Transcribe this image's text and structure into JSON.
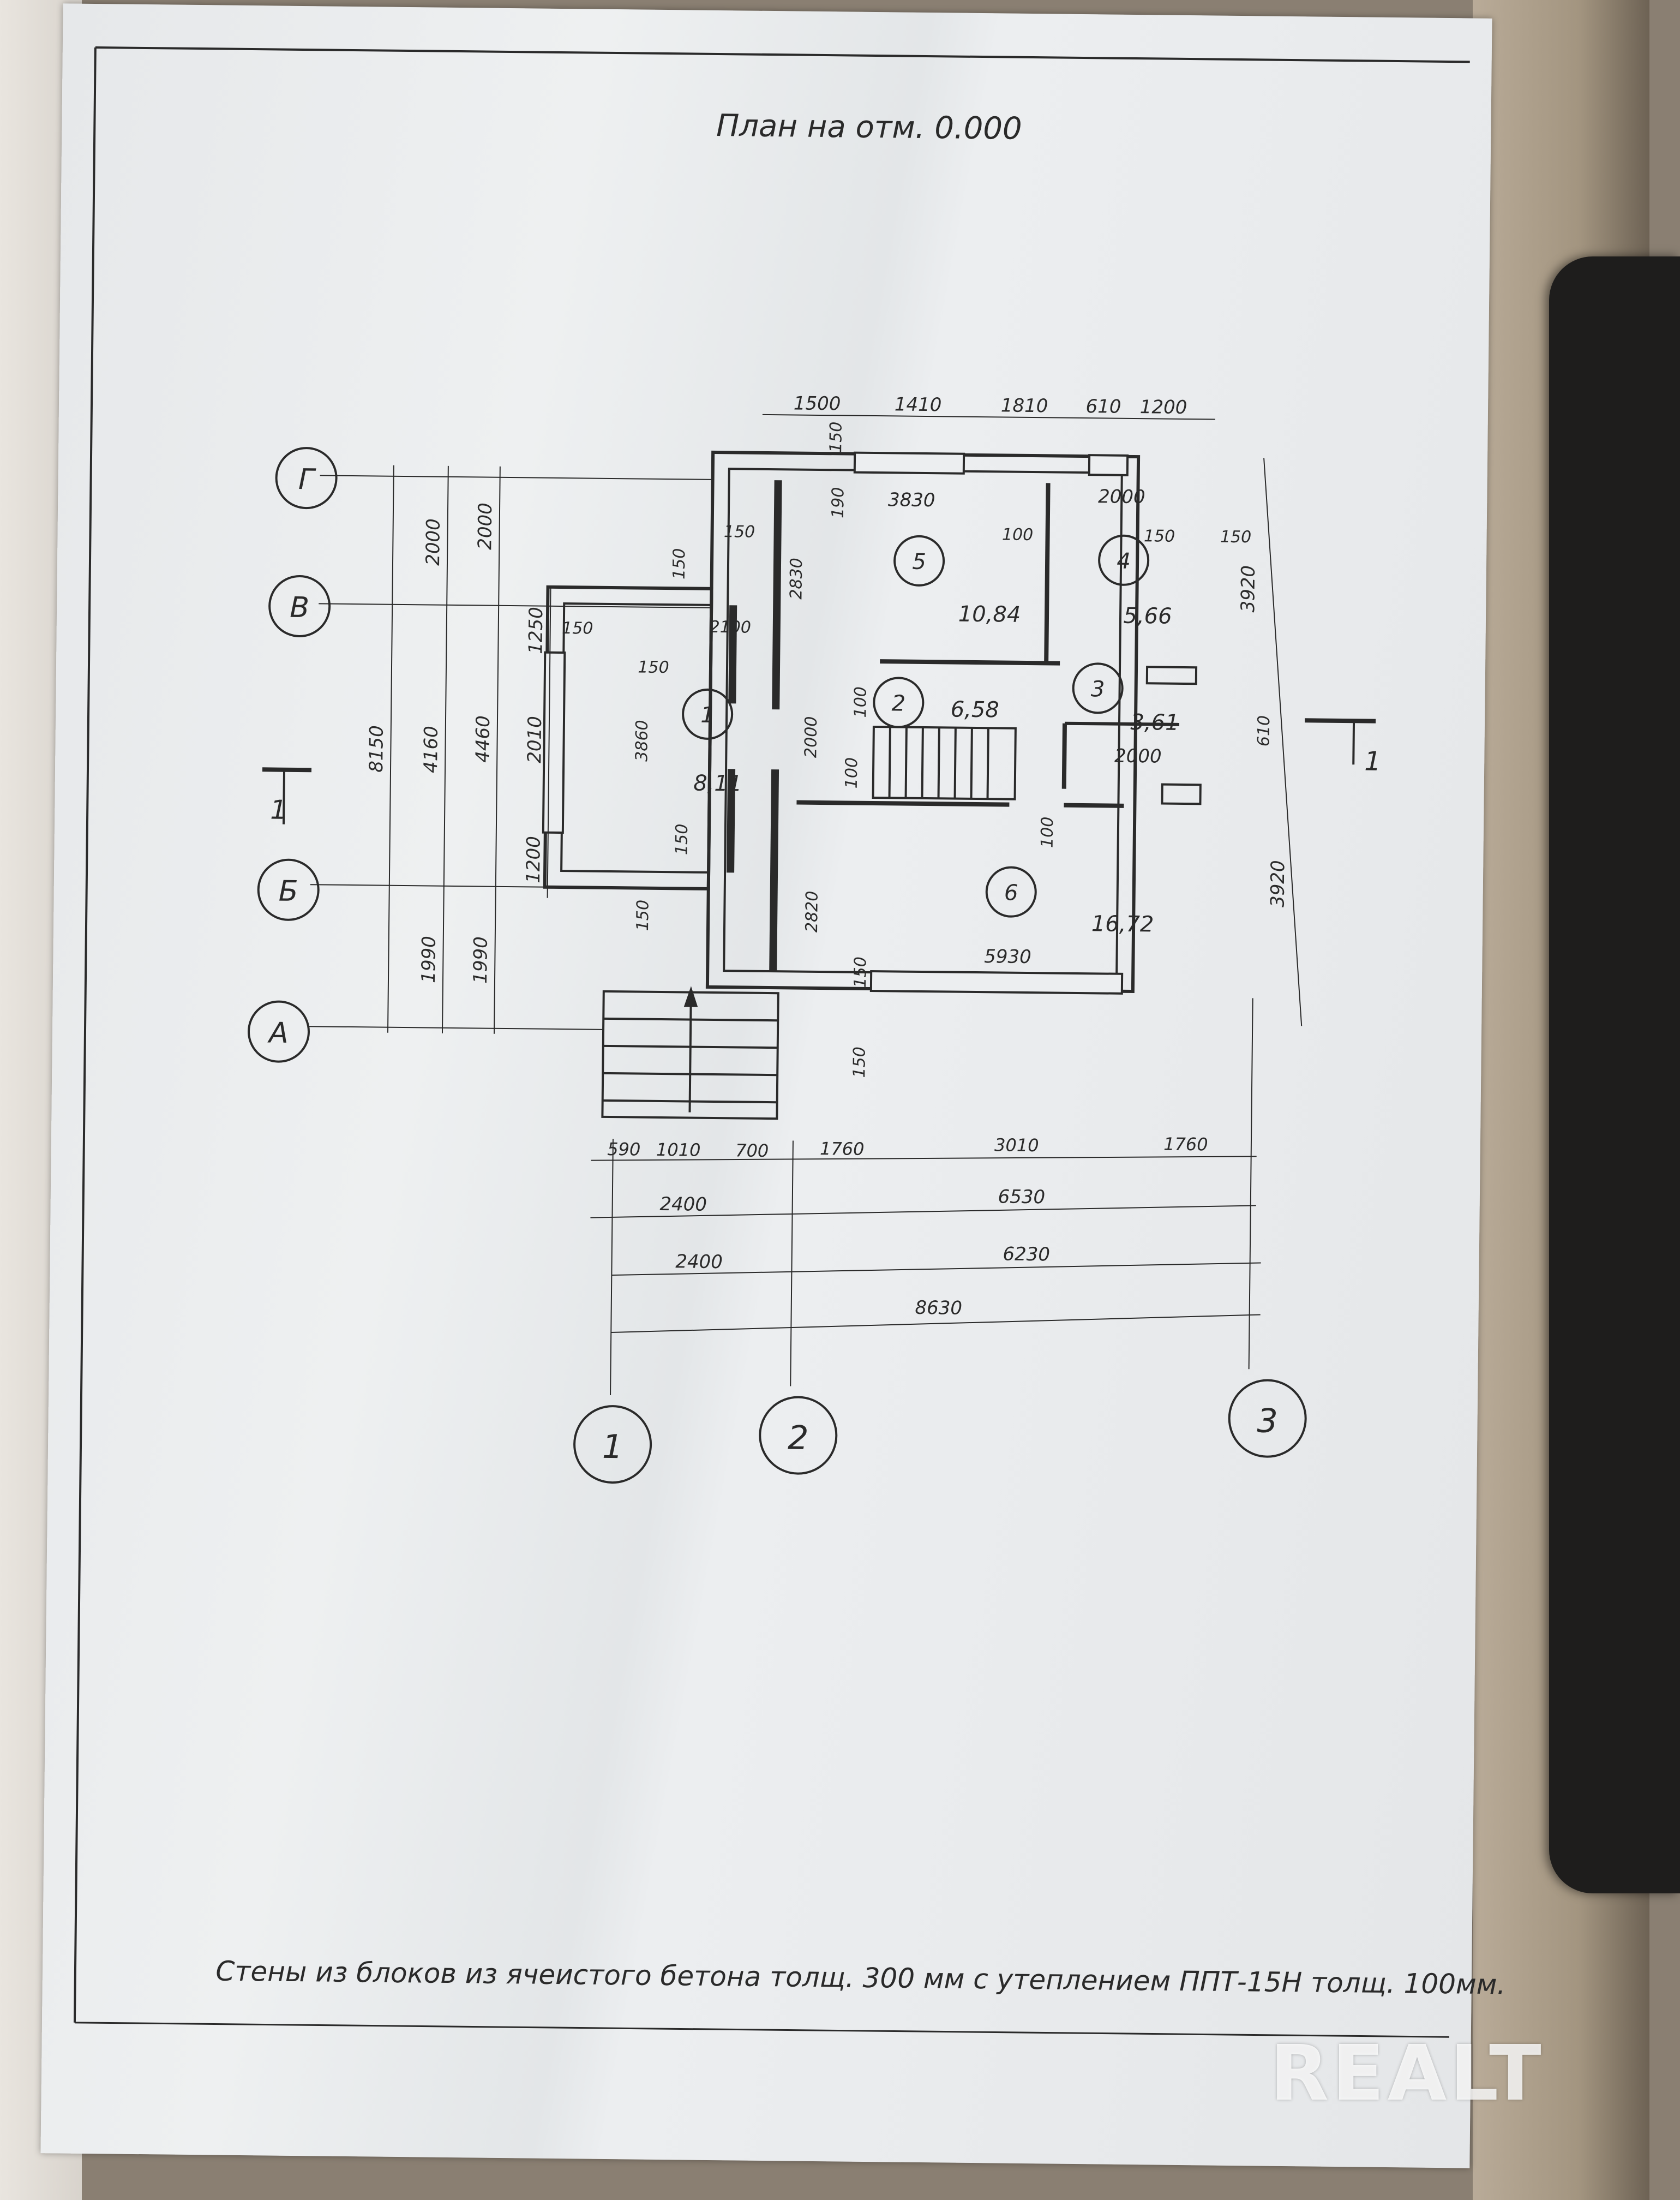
{
  "title": "План на отм. 0.000",
  "note": "Стены из блоков из ячеистого бетона толщ. 300 мм с утеплением ППТ-15Н толщ. 100мм.",
  "watermark": "REALT",
  "axes": {
    "rows": [
      "Г",
      "В",
      "Б",
      "А"
    ],
    "columns": [
      "1",
      "2",
      "3"
    ]
  },
  "section_mark": "1",
  "rooms": [
    {
      "number": "1",
      "area": "8,11"
    },
    {
      "number": "2",
      "area": "6,58"
    },
    {
      "number": "3",
      "area": "3,61"
    },
    {
      "number": "4",
      "area": "5,66"
    },
    {
      "number": "5",
      "area": "10,84"
    },
    {
      "number": "6",
      "area": "16,72"
    }
  ],
  "dimensions": {
    "top": [
      "1500",
      "1410",
      "1810",
      "610",
      "1200"
    ],
    "inner_top": [
      "3830",
      "2000"
    ],
    "left_outer": [
      "8150"
    ],
    "left_middle": [
      "2000",
      "4160",
      "1990"
    ],
    "left_inner": [
      "2000",
      "4460",
      "1990"
    ],
    "left_detail": [
      "1250",
      "2010",
      "1200"
    ],
    "right": [
      "3920",
      "610",
      "3920"
    ],
    "bottom_row1": [
      "590",
      "1010",
      "700",
      "1760",
      "3010",
      "1760"
    ],
    "bottom_row2": [
      "2400",
      "6530"
    ],
    "bottom_row3": [
      "2400",
      "6230"
    ],
    "bottom_total": [
      "8630"
    ],
    "interior": [
      "150",
      "150",
      "2830",
      "190",
      "150",
      "100",
      "150",
      "150",
      "2100",
      "150",
      "150",
      "3860",
      "150",
      "100",
      "2000",
      "100",
      "100",
      "2000",
      "2820",
      "150",
      "5930",
      "150",
      "150"
    ]
  },
  "colors": {
    "ink": "#2a2a2a",
    "paper": "#eceef0"
  }
}
